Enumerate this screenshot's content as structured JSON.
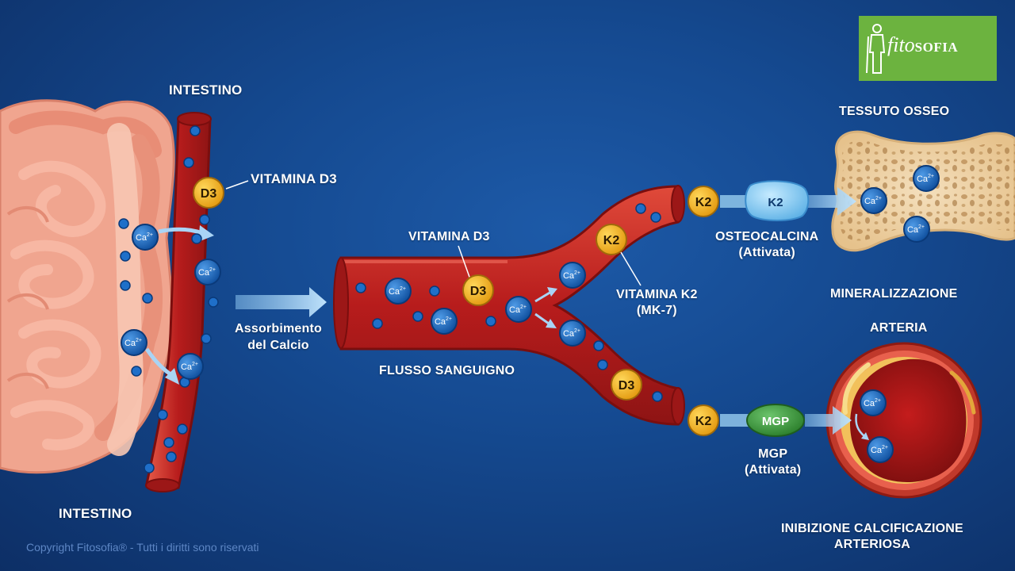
{
  "labels": {
    "intestino_top": "INTESTINO",
    "intestino_bottom": "INTESTINO",
    "vitamina_d3_left": "VITAMINA D3",
    "assorbimento_line1": "Assorbimento",
    "assorbimento_line2": "del Calcio",
    "vitamina_d3_center": "VITAMINA D3",
    "flusso": "FLUSSO SANGUIGNO",
    "vitamina_k2_line1": "VITAMINA K2",
    "vitamina_k2_line2": "(MK-7)",
    "osteocalcina_line1": "OSTEOCALCINA",
    "osteocalcina_line2": "(Attivata)",
    "tessuto_osseo": "TESSUTO OSSEO",
    "mineralizzazione": "MINERALIZZAZIONE",
    "arteria": "ARTERIA",
    "mgp_line1": "MGP",
    "mgp_line2": "(Attivata)",
    "inibizione_line1": "INIBIZIONE CALCIFICAZIONE",
    "inibizione_line2": "ARTERIOSA"
  },
  "badges": {
    "d3": "D3",
    "k2": "K2",
    "mgp": "MGP",
    "calcium_base": "Ca",
    "calcium_charge": "2+"
  },
  "logo": {
    "word_italic": "fito",
    "word_bold": "SOFIA"
  },
  "copyright": "Copyright Fitosofia® - Tutti i diritti sono riservati",
  "colors": {
    "background": "#154a91",
    "vessel": "#c62828",
    "calcium": "#1f6fc9",
    "d3_k2": "#f2b51f",
    "mgp": "#3c9a3c",
    "osteocalcina": "#8fd0f2",
    "bone": "#f3dcb4",
    "intestine": "#f2a08a",
    "logo_bg": "#6cb33f"
  },
  "icons": [
    "calcium-ion-icon",
    "vitamin-d3-icon",
    "vitamin-k2-icon",
    "mgp-protein-icon",
    "osteocalcin-protein-icon",
    "arrow-icon",
    "fitosofia-logo-icon"
  ]
}
